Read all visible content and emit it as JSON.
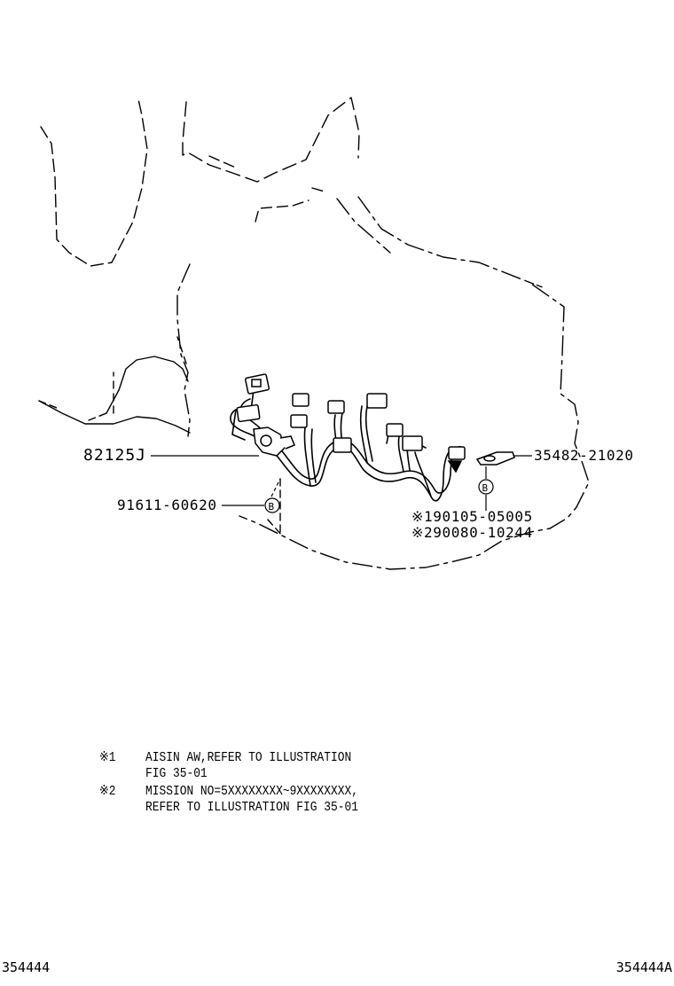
{
  "parts": {
    "harness": "82125J",
    "clamp_left": "91611-60620",
    "clamp_right": "35482-21020",
    "note1_part": "※190105-05005",
    "note2_part": "※290080-10244"
  },
  "callouts": {
    "clamp_ref": "B"
  },
  "notes": [
    {
      "mark": "※1",
      "line1": "AISIN AW,REFER TO ILLUSTRATION",
      "line2": "FIG 35-01"
    },
    {
      "mark": "※2",
      "line1": "MISSION NO=5XXXXXXXX~9XXXXXXXX,",
      "line2": "REFER TO ILLUSTRATION FIG 35-01"
    }
  ],
  "footer": {
    "left_code": "354444",
    "right_code": "354444A"
  }
}
